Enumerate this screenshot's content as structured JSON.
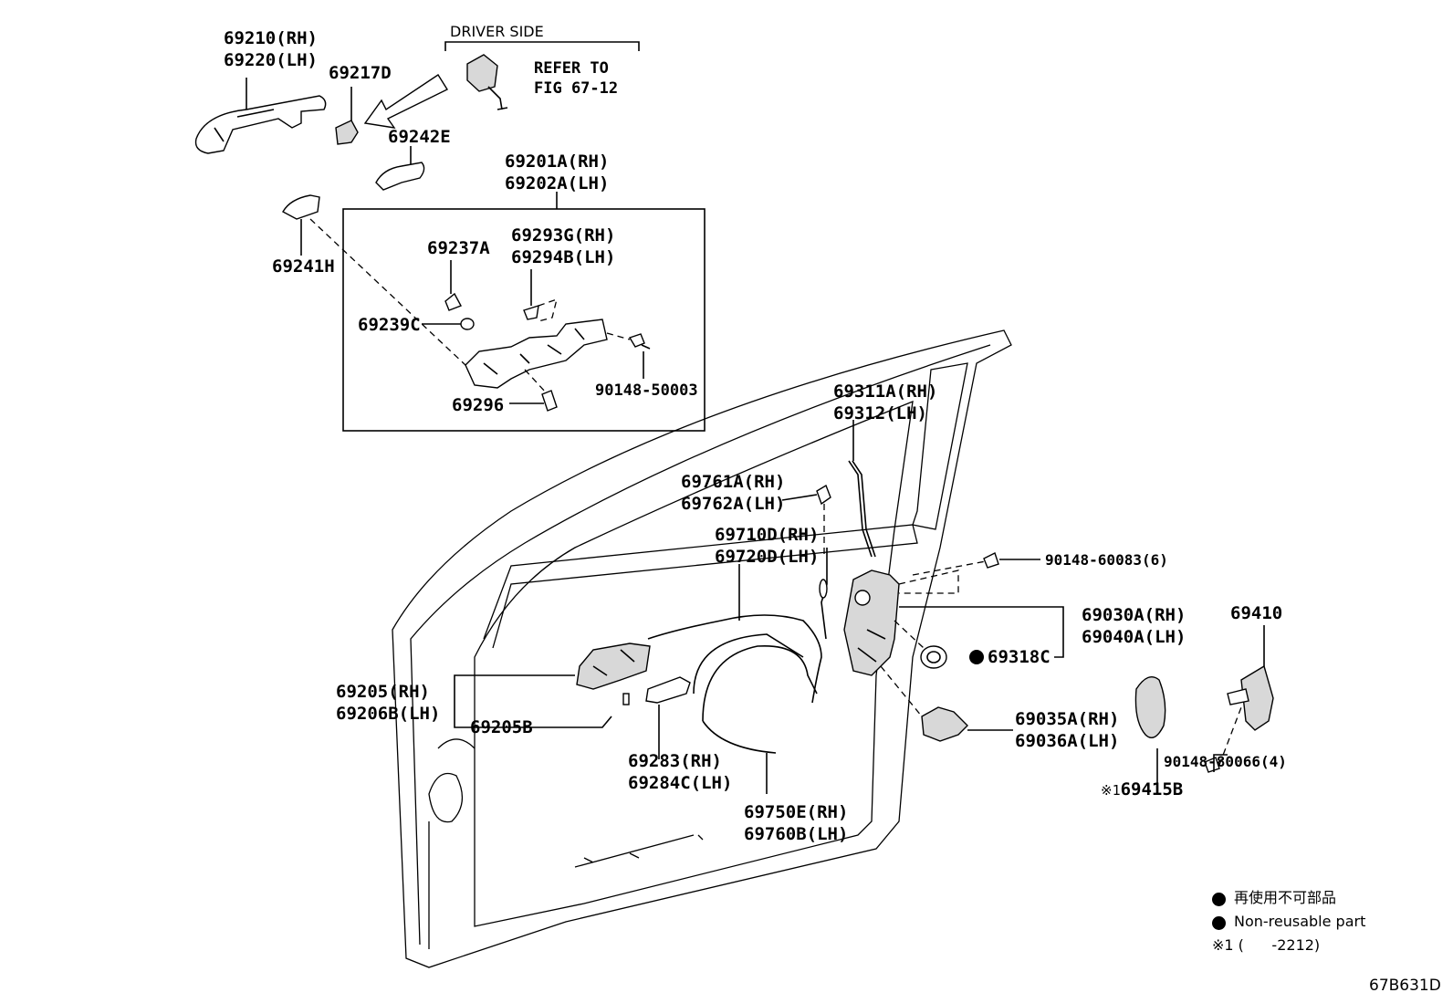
{
  "driver_side": {
    "label": "DRIVER SIDE",
    "refer_line1": "REFER TO",
    "refer_line2": "FIG 67-12"
  },
  "parts": {
    "p69210_69220": [
      "69210(RH)",
      "69220(LH)"
    ],
    "p69217D": "69217D",
    "p69242E": "69242E",
    "p69241H": "69241H",
    "p69201A_69202A": [
      "69201A(RH)",
      "69202A(LH)"
    ],
    "p69237A": "69237A",
    "p69293G_69294B": [
      "69293G(RH)",
      "69294B(LH)"
    ],
    "p69239C": "69239C",
    "p90148_50003": "90148-50003",
    "p69296": "69296",
    "p69311A_69312": [
      "69311A(RH)",
      "69312(LH)"
    ],
    "p69761A_69762A": [
      "69761A(RH)",
      "69762A(LH)"
    ],
    "p69710D_69720D": [
      "69710D(RH)",
      "69720D(LH)"
    ],
    "p90148_60083": "90148-60083(6)",
    "p69030A_69040A": [
      "69030A(RH)",
      "69040A(LH)"
    ],
    "p69318C": "69318C",
    "p69410": "69410",
    "p69205_69206B": [
      "69205(RH)",
      "69206B(LH)"
    ],
    "p69205B": "69205B",
    "p69283_69284C": [
      "69283(RH)",
      "69284C(LH)"
    ],
    "p69750E_69760B": [
      "69750E(RH)",
      "69760B(LH)"
    ],
    "p69035A_69036A": [
      "69035A(RH)",
      "69036A(LH)"
    ],
    "p90148_80066": "90148-80066(4)",
    "p69415B": "69415B",
    "note_mark": "※1"
  },
  "legend": {
    "jp": "再使用不可部品",
    "en": "Non-reusable part",
    "note": "※1 (      -2212)"
  },
  "figure_code": "67B631D",
  "colors": {
    "line": "#000000",
    "background": "#ffffff",
    "part_fill": "#d8d8d8"
  }
}
